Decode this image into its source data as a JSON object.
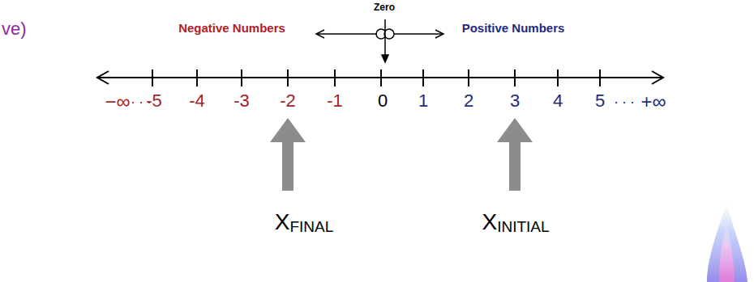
{
  "diagram": {
    "labels": [
      "ve)",
      "Negative Numbers",
      "Zero",
      "Positive Numbers",
      "−∞",
      ". . .",
      "-5",
      "-4",
      "-3",
      "-2",
      "-1",
      "0",
      "1",
      "2",
      "3",
      "4",
      "5",
      ". . .",
      "+∞",
      "X",
      "FINAL",
      "X",
      "INITIAL"
    ]
  }
}
